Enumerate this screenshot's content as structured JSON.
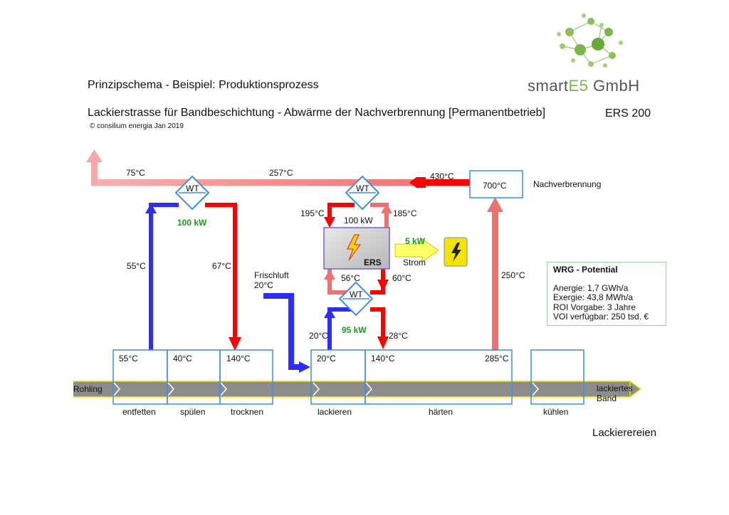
{
  "header": {
    "title": "Prinzipschema - Beispiel: Produktionsprozess",
    "subtitle": "Lackierstrasse für Bandbeschichtung - Abwärme der Nachverbrennung  [Permanentbetrieb]",
    "copyright": "© consilium energia  Jan 2019",
    "model": "ERS 200",
    "brand_prefix": "smart",
    "brand_highlight": "E5",
    "brand_suffix": " GmbH"
  },
  "exchangers": {
    "wt_left": "WT",
    "wt_top": "WT",
    "wt_bottom": "WT"
  },
  "flows": {
    "out_75": "75°C",
    "mid_257": "257°C",
    "in_430": "430°C",
    "left_up_55": "55°C",
    "left_down_67": "67°C",
    "power_left": "100 kW",
    "ers_in_195": "195°C",
    "ers_out_185": "185°C",
    "ers_power": "100 kW",
    "ers_56": "56°C",
    "ers_60": "60°C",
    "bottom_20": "20°C",
    "bottom_28": "28°C",
    "power_bottom": "95 kW",
    "riser_250": "250°C",
    "frischluft": "Frischluft",
    "frischluft_temp": "20°C"
  },
  "ers": {
    "label": "ERS",
    "power_out": "5 kW",
    "strom": "Strom"
  },
  "nachverbrennung": {
    "temp": "700°C",
    "label": "Nachverbrennung"
  },
  "stations": [
    {
      "temp": "55°C",
      "name": "entfetten"
    },
    {
      "temp": "40°C",
      "name": "spülen"
    },
    {
      "temp": "140°C",
      "name": "trocknen"
    },
    {
      "temp": "20°C",
      "name": "lackieren"
    },
    {
      "temp": "140°C",
      "temp2": "285°C",
      "name": "härten"
    },
    {
      "temp": "",
      "name": "kühlen"
    }
  ],
  "band": {
    "start": "Rohling",
    "end_line1": "lackiertes",
    "end_line2": "Band"
  },
  "info": {
    "heading": "WRG - Potential",
    "lines": [
      "Anergie: 1,7 GWh/a",
      "Exergie: 43,8 MWh/a",
      "ROI Vorgabe: 3 Jahre",
      "VOI verfügbar: 250 tsd. €"
    ]
  },
  "footer": {
    "label": "Lackierereien"
  },
  "colors": {
    "hot": "#ff0000",
    "warm": "#f07070",
    "light": "#f7a8a8",
    "cold": "#2c2cff",
    "box": "#3b8ee8",
    "band": "#8c8c8c",
    "arrow_yellow": "#ffff66",
    "brand_green": "#7ab648"
  }
}
